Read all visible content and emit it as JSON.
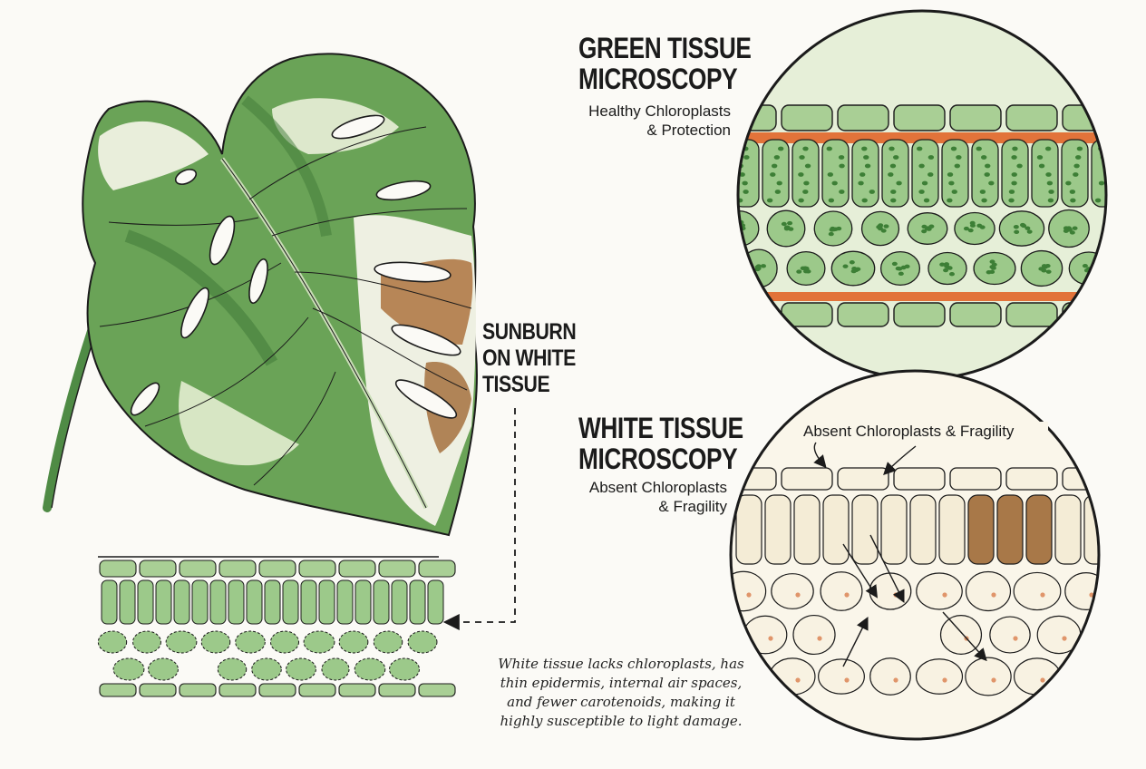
{
  "green": {
    "title_line1": "GREEN TISSUE",
    "title_line2": "MICROSCOPY",
    "subtitle_line1": "Healthy Chloroplasts",
    "subtitle_line2": "& Protection"
  },
  "white": {
    "title_line1": "WHITE TISSUE",
    "title_line2": "MICROSCOPY",
    "subtitle_line1": "Absent Chloroplasts",
    "subtitle_line2": "& Fragility",
    "callout": "Absent Chloroplasts & Fragility"
  },
  "sunburn": {
    "line1": "SUNBURN",
    "line2": "ON WHITE",
    "line3": "TISSUE"
  },
  "note": {
    "line1": "White tissue lacks chloroplasts, has",
    "line2": "thin epidermis, internal air spaces,",
    "line3": "and fewer carotenoids, making it",
    "line4": "highly susceptible to light damage."
  },
  "colors": {
    "leaf_green": "#5f9a4e",
    "leaf_dark": "#3f7a38",
    "cell_green": "#9cc98a",
    "chloroplast": "#3d7f36",
    "orange_layer": "#e2733a",
    "white_tissue": "#f4ecd6",
    "burn_brown": "#a87848",
    "ink": "#1b1b1b"
  }
}
